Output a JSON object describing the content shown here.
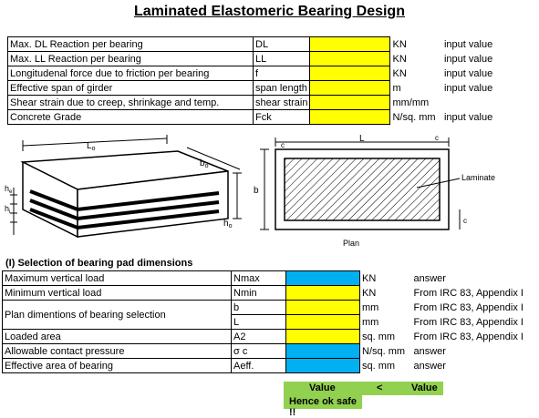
{
  "title": "Laminated Elastomeric Bearing Design",
  "inputs": [
    {
      "label": "Max. DL Reaction per bearing",
      "symbol": "DL",
      "unit": "KN",
      "note": "input value"
    },
    {
      "label": "Max. LL Reaction per bearing",
      "symbol": "LL",
      "unit": "KN",
      "note": "input value"
    },
    {
      "label": "Longitudenal force due to friction per bearing",
      "symbol": "f",
      "unit": "KN",
      "note": "input value"
    },
    {
      "label": "Effective span of girder",
      "symbol": "span length",
      "unit": "m",
      "note": "input value"
    },
    {
      "label": "Shear strain due to creep, shrinkage and temp.",
      "symbol": "shear strain",
      "unit": "mm/mm",
      "note": ""
    },
    {
      "label": "Concrete Grade",
      "symbol": "Fck",
      "unit": "N/sq. mm",
      "note": "input value"
    }
  ],
  "figure_left": {
    "lo": "L",
    "lo_sub": "o",
    "bo": "b",
    "bo_sub": "o",
    "ho": "h",
    "ho_sub": "o",
    "he": "h",
    "he_sub": "e",
    "hi": "h",
    "hi_sub": "i"
  },
  "figure_right": {
    "L": "L",
    "b": "b",
    "c": "c",
    "laminate": "Laminate",
    "plan": "Plan"
  },
  "section": {
    "title": "(I) Selection of bearing pad dimensions",
    "rows": [
      {
        "label": "Maximum vertical load",
        "symbol": "Nmax",
        "unit": "KN",
        "note": "answer"
      },
      {
        "label": "Minimum vertical load",
        "symbol": "Nmin",
        "unit": "KN",
        "note": "From IRC 83, Appendix I"
      },
      {
        "label": "Plan dimentions of bearing selection",
        "symbol": "b",
        "unit": "mm",
        "note": "From IRC 83, Appendix I"
      },
      {
        "label": "",
        "symbol": "L",
        "unit": "mm",
        "note": "From IRC 83, Appendix I"
      },
      {
        "label": "Loaded area",
        "symbol": "A2",
        "unit": "sq. mm",
        "note": "From IRC 83, Appendix I"
      },
      {
        "label": "Allowable contact pressure",
        "symbol": "σ c",
        "unit": "N/sq. mm",
        "note": "answer"
      },
      {
        "label": "Effective area of bearing",
        "symbol": "Aeff.",
        "unit": "sq. mm",
        "note": "answer"
      }
    ]
  },
  "check": {
    "left": "Value",
    "op": "<",
    "right": "Value",
    "verdict": "Hence ok safe !!"
  },
  "colors": {
    "input_cell": "#ffff00",
    "answer_cell": "#00b0f0",
    "result": "#92d050"
  }
}
